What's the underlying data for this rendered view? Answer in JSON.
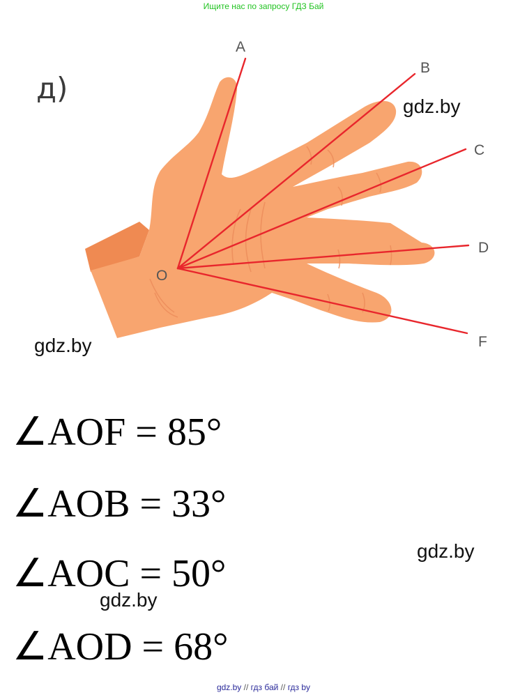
{
  "banner": "Ищите нас по запросу ГДЗ Бай",
  "item_letter": "д)",
  "figure": {
    "point_labels": {
      "A": "A",
      "B": "B",
      "C": "C",
      "D": "D",
      "F": "F",
      "O": "O"
    }
  },
  "watermark": "gdz.by",
  "answers": [
    "∠AOF = 85°",
    "∠AOB = 33°",
    "∠AOC = 50°",
    "∠AOD = 68°"
  ],
  "footer": {
    "link1": "gdz.by",
    "link2": "гдз бай",
    "link3": "гдз by",
    "separator": "//"
  },
  "colors": {
    "ray": "#e8262c",
    "skin": "#f8a56f",
    "sleeve": "#ef8a52",
    "banner_text": "#22c322"
  }
}
